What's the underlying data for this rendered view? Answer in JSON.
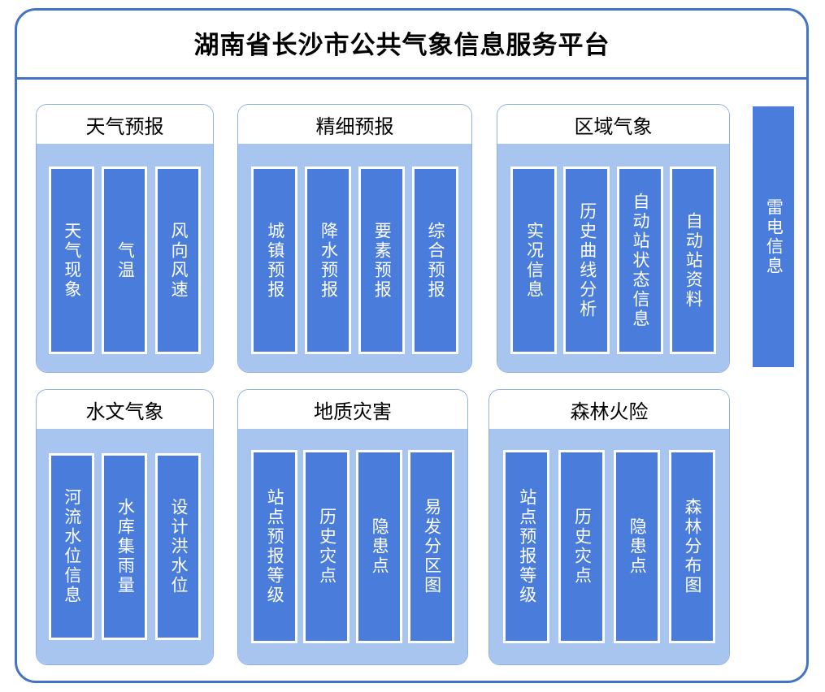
{
  "platform": {
    "title": "湖南省长沙市公共气象信息服务平台"
  },
  "colors": {
    "frame_border": "#4472c4",
    "group_border": "#8faee4",
    "group_body_bg": "#a8c5f0",
    "leaf_bg": "#4a7ddb",
    "leaf_border": "#ffffff",
    "leaf_text": "#ffffff",
    "title_text": "#000000"
  },
  "groups": [
    {
      "title": "天气预报",
      "leaves": [
        {
          "label": "天气现象"
        },
        {
          "label": "气温"
        },
        {
          "label": "风向风速"
        }
      ]
    },
    {
      "title": "精细预报",
      "leaves": [
        {
          "label": "城镇预报"
        },
        {
          "label": "降水预报"
        },
        {
          "label": "要素预报"
        },
        {
          "label": "综合预报"
        }
      ]
    },
    {
      "title": "区域气象",
      "leaves": [
        {
          "label": "实况信息"
        },
        {
          "label": "历史曲线分析"
        },
        {
          "label": "自动站状态信息"
        },
        {
          "label": "自动站资料"
        }
      ]
    },
    {
      "title": "水文气象",
      "leaves": [
        {
          "label": "河流水位信息"
        },
        {
          "label": "水库集雨量"
        },
        {
          "label": "设计洪水位"
        }
      ]
    },
    {
      "title": "地质灾害",
      "leaves": [
        {
          "label": "站点预报等级"
        },
        {
          "label": "历史灾点"
        },
        {
          "label": "隐患点"
        },
        {
          "label": "易发分区图"
        }
      ]
    },
    {
      "title": "森林火险",
      "leaves": [
        {
          "label": "站点预报等级"
        },
        {
          "label": "历史灾点"
        },
        {
          "label": "隐患点"
        },
        {
          "label": "森林分布图"
        }
      ]
    }
  ],
  "standalone": {
    "label": "雷电信息"
  }
}
